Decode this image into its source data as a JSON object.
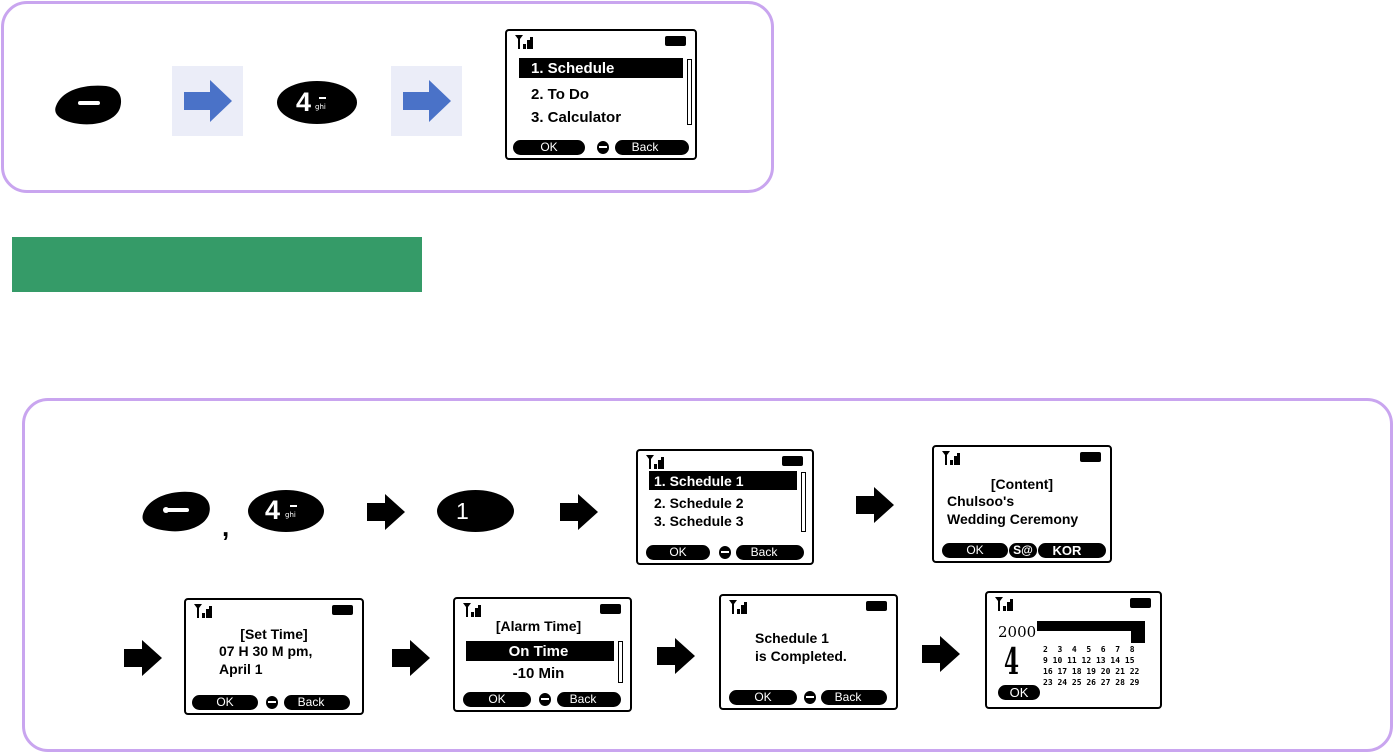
{
  "top_sequence": {
    "key_menu_icon": "menu-key-icon",
    "key_4": {
      "digit": "4",
      "letters": "ghi"
    },
    "screen": {
      "items": [
        "1.  Schedule",
        "2.  To Do",
        "3.  Calculator"
      ],
      "softkeys": {
        "left": "OK",
        "right": "Back"
      }
    }
  },
  "bottom_sequence": {
    "key_4": {
      "digit": "4",
      "letters": "ghi"
    },
    "comma": ",",
    "key_1": {
      "digit": "1"
    },
    "screen_schedule_list": {
      "items": [
        "1.  Schedule 1",
        "2.  Schedule 2",
        "3.  Schedule 3"
      ],
      "softkeys": {
        "left": "OK",
        "right": "Back"
      }
    },
    "screen_content": {
      "lines": [
        "[Content]",
        "Chulsoo's",
        "Wedding Ceremony"
      ],
      "softkeys": {
        "left": "OK",
        "middle": "S@",
        "right": "KOR"
      }
    },
    "screen_set_time": {
      "lines": [
        "[Set Time]",
        "07 H 30 M pm,",
        "April 1"
      ],
      "softkeys": {
        "left": "OK",
        "right": "Back"
      }
    },
    "screen_alarm_time": {
      "lines": [
        "[Alarm Time]",
        "On Time",
        "-10 Min"
      ],
      "softkeys": {
        "left": "OK",
        "right": "Back"
      }
    },
    "screen_completed": {
      "lines": [
        "Schedule 1",
        "is Completed."
      ],
      "softkeys": {
        "left": "OK",
        "right": "Back"
      }
    },
    "screen_calendar": {
      "year": "2000",
      "month": "4",
      "weeks": [
        "2  3  4  5  6  7  8",
        "9 10 11 12 13 14 15",
        "16 17 18 19 20 21 22",
        "23 24 25 26 27 28 29"
      ],
      "softkeys": {
        "left": "OK"
      }
    }
  },
  "colors": {
    "panel_border": "#c9a5ef",
    "section_bar": "#359b68",
    "arrow_blue": "#4a72c8",
    "arrow_bg": "#ebedf8"
  }
}
